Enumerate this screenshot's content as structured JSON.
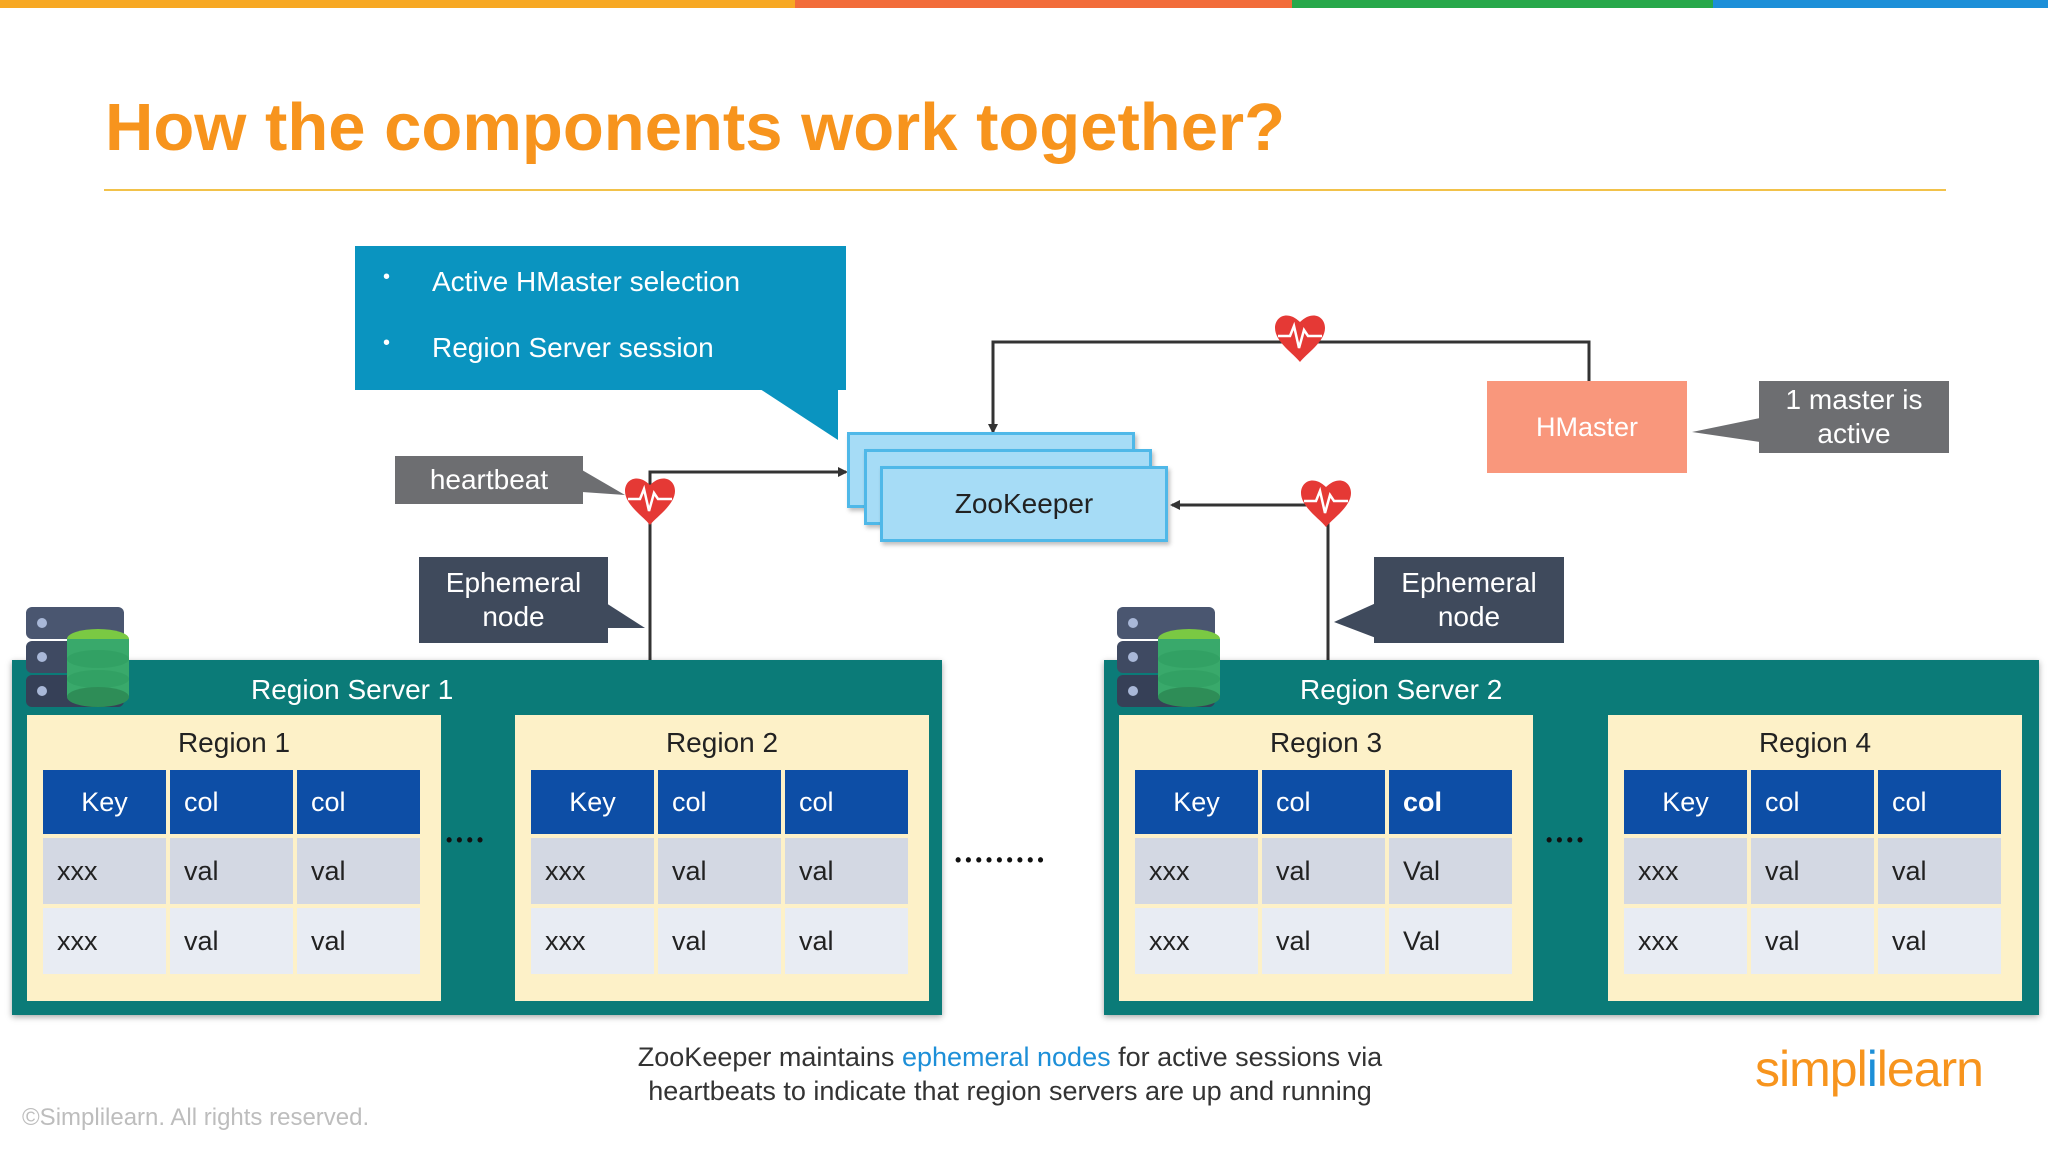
{
  "title": "How the components work together?",
  "colors": {
    "title": "#f7941d",
    "topbar": [
      "#f7a823",
      "#f26c3a",
      "#27a84a",
      "#1d8fd8"
    ],
    "callout": "#0a94c0",
    "zookeeper": "#a6dcf6",
    "hmaster": "#f9977c",
    "server": "#0b7b78",
    "region": "#fdf1c8",
    "table_header": "#0d4ea6"
  },
  "callout": {
    "items": [
      "Active HMaster selection",
      "Region Server session"
    ],
    "bullet": "•"
  },
  "labels": {
    "heartbeat": "heartbeat",
    "ephemeral_left": "Ephemeral node",
    "ephemeral_right": "Ephemeral node",
    "zookeeper": "ZooKeeper",
    "hmaster": "HMaster",
    "master_active": "1 master is active"
  },
  "servers": [
    {
      "title": "Region Server 1",
      "regions": [
        {
          "title": "Region 1",
          "header": [
            "Key",
            "col",
            "col"
          ],
          "rows": [
            [
              "xxx",
              "val",
              "val"
            ],
            [
              "xxx",
              "val",
              "val"
            ]
          ]
        },
        {
          "title": "Region 2",
          "header": [
            "Key",
            "col",
            "col"
          ],
          "rows": [
            [
              "xxx",
              "val",
              "val"
            ],
            [
              "xxx",
              "val",
              "val"
            ]
          ]
        }
      ]
    },
    {
      "title": "Region Server 2",
      "regions": [
        {
          "title": "Region 3",
          "header": [
            "Key",
            "col",
            "col"
          ],
          "rows": [
            [
              "xxx",
              "val",
              "Val"
            ],
            [
              "xxx",
              "val",
              "Val"
            ]
          ]
        },
        {
          "title": "Region 4",
          "header": [
            "Key",
            "col",
            "col"
          ],
          "rows": [
            [
              "xxx",
              "val",
              "val"
            ],
            [
              "xxx",
              "val",
              "val"
            ]
          ]
        }
      ]
    }
  ],
  "dots": {
    "short": "••••",
    "long": "•••••••••"
  },
  "caption": {
    "part1": "ZooKeeper maintains ",
    "highlight": "ephemeral nodes",
    "part2": " for active sessions via",
    "line2": "heartbeats to indicate that region servers are up and running"
  },
  "copyright": "©Simplilearn. All rights reserved.",
  "logo": {
    "left": "simpl",
    "mid": "i",
    "right": "learn"
  }
}
